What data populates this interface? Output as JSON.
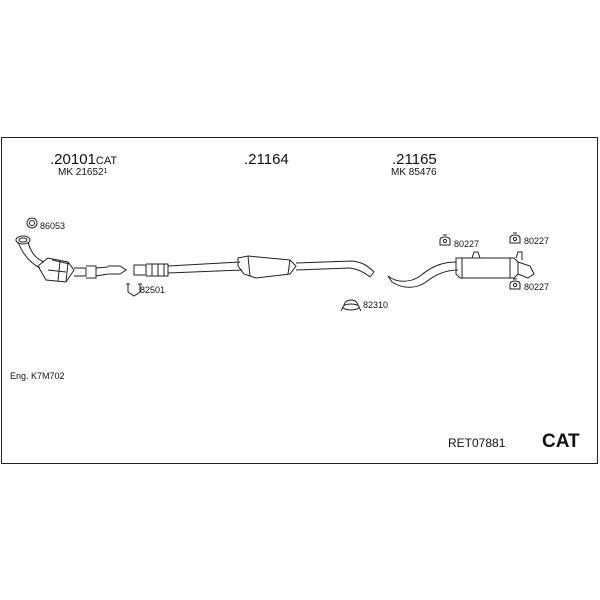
{
  "parts": {
    "cat_converter": {
      "number": ".20101",
      "suffix": "CAT",
      "mk_label": "MK",
      "mk_number": "21652",
      "mk_note": "1"
    },
    "middle_silencer": {
      "number": ".21164"
    },
    "rear_silencer": {
      "number": ".21165",
      "mk_label": "MK",
      "mk_number": "85476"
    }
  },
  "accessories": {
    "gasket": "86053",
    "clamp_front": "82501",
    "clamp_middle": "82310",
    "hanger_1": "80227",
    "hanger_2": "80227",
    "hanger_3": "80227"
  },
  "engine": "Eng. K7M702",
  "reference": "RET07881",
  "type_badge": "CAT"
}
